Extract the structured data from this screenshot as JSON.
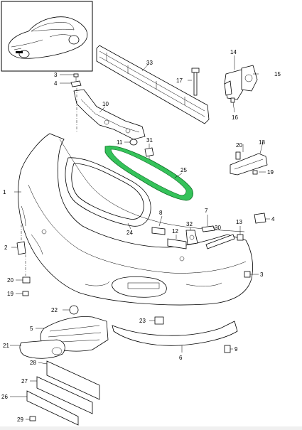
{
  "callouts": [
    {
      "id": "1",
      "label": "1"
    },
    {
      "id": "2",
      "label": "2"
    },
    {
      "id": "3a",
      "label": "3"
    },
    {
      "id": "3b",
      "label": "3"
    },
    {
      "id": "4a",
      "label": "4"
    },
    {
      "id": "4b",
      "label": "4"
    },
    {
      "id": "5",
      "label": "5"
    },
    {
      "id": "6",
      "label": "6"
    },
    {
      "id": "7",
      "label": "7"
    },
    {
      "id": "8",
      "label": "8"
    },
    {
      "id": "9",
      "label": "9"
    },
    {
      "id": "10",
      "label": "10"
    },
    {
      "id": "11",
      "label": "11"
    },
    {
      "id": "12",
      "label": "12"
    },
    {
      "id": "13",
      "label": "13"
    },
    {
      "id": "14",
      "label": "14"
    },
    {
      "id": "15",
      "label": "15"
    },
    {
      "id": "16",
      "label": "16"
    },
    {
      "id": "17",
      "label": "17"
    },
    {
      "id": "18",
      "label": "18"
    },
    {
      "id": "19a",
      "label": "19"
    },
    {
      "id": "19b",
      "label": "19"
    },
    {
      "id": "20a",
      "label": "20"
    },
    {
      "id": "20b",
      "label": "20"
    },
    {
      "id": "21",
      "label": "21"
    },
    {
      "id": "22",
      "label": "22"
    },
    {
      "id": "23",
      "label": "23"
    },
    {
      "id": "24",
      "label": "24"
    },
    {
      "id": "25",
      "label": "25"
    },
    {
      "id": "26",
      "label": "26"
    },
    {
      "id": "27",
      "label": "27"
    },
    {
      "id": "28",
      "label": "28"
    },
    {
      "id": "29",
      "label": "29"
    },
    {
      "id": "30",
      "label": "30"
    },
    {
      "id": "31",
      "label": "31"
    },
    {
      "id": "32",
      "label": "32"
    },
    {
      "id": "33",
      "label": "33"
    }
  ],
  "highlight": {
    "part": "25",
    "color": "#35c25a"
  },
  "icons": [
    "car-thumbnail-icon"
  ]
}
